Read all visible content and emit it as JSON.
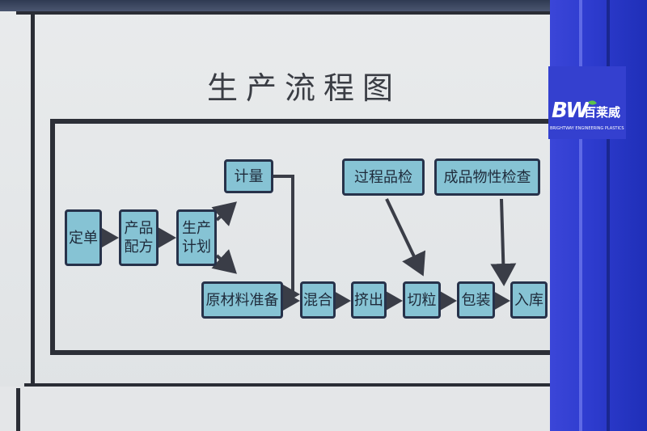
{
  "title": "生产流程图",
  "nodes": {
    "dingdan": "定单",
    "peifang": "产品\n配方",
    "jihua": "生产\n计划",
    "jiliang": "计量",
    "yuancailiao": "原材料准备",
    "hunhe": "混合",
    "jichu": "挤出",
    "qieli": "切粒",
    "baozhuang": "包装",
    "ruku": "入库",
    "guocheng": "过程品检",
    "chengpin": "成品物性检查"
  },
  "logo": {
    "mark": "BW",
    "name": "百莱威",
    "tagline": "BRIGHTWAY ENGINEERING PLASTICS"
  },
  "colors": {
    "node_fill": "#86c3d4",
    "node_border": "#27324a",
    "arrow": "#3a3d47",
    "frame_blue": "#2e3ccf"
  }
}
